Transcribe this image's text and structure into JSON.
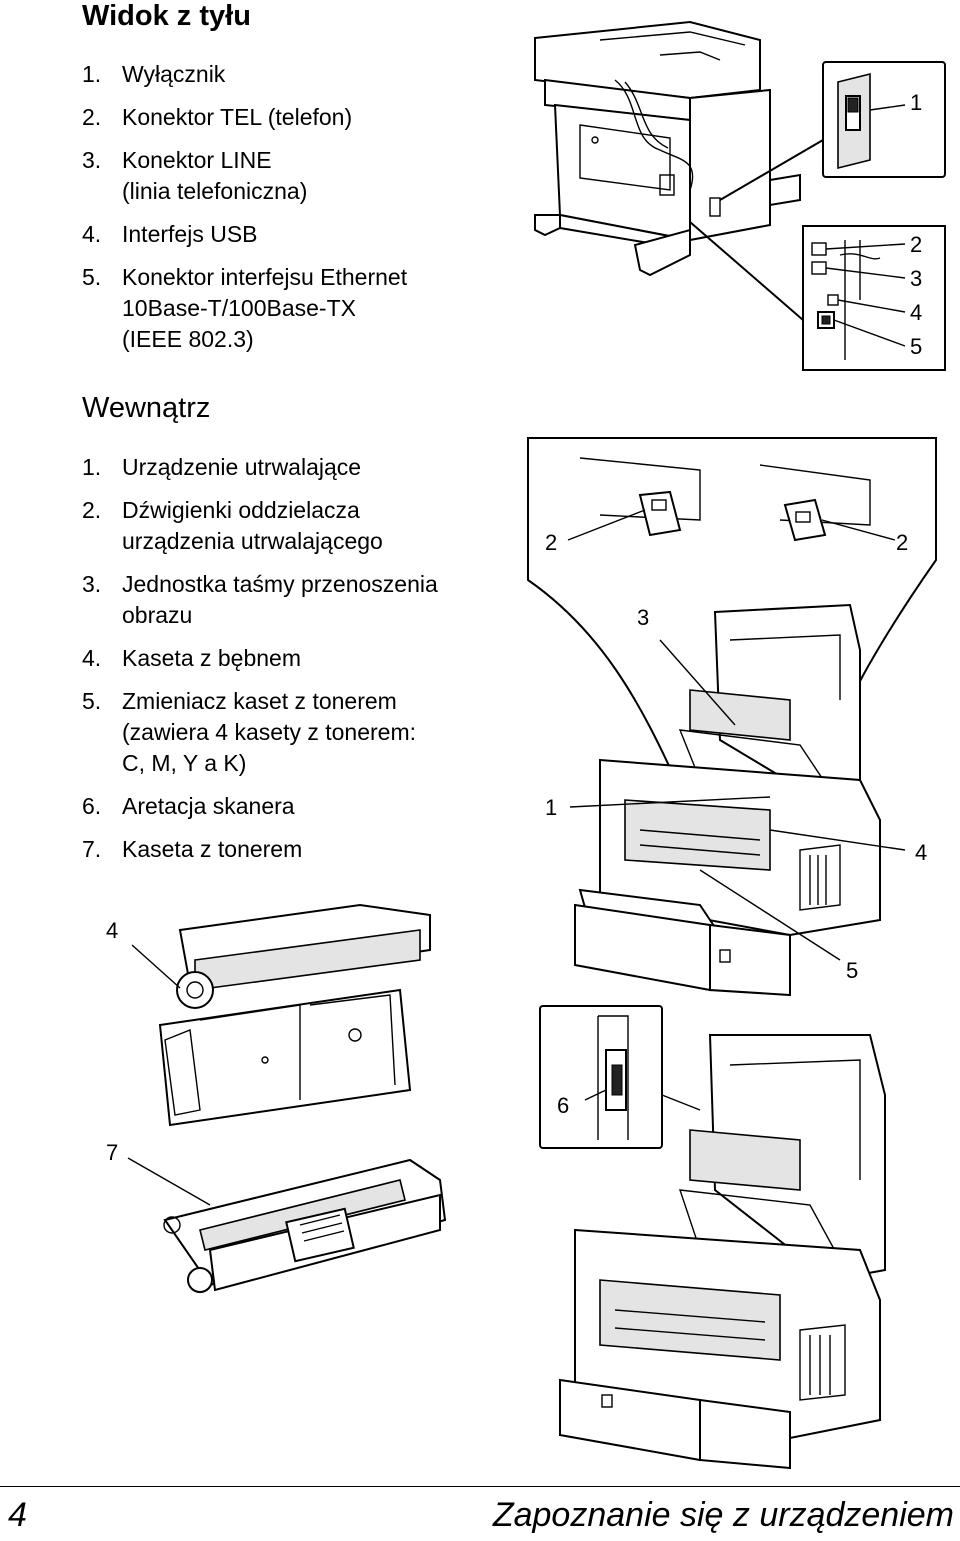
{
  "sections": {
    "rear": {
      "title": "Widok z tyłu",
      "items": [
        {
          "num": "1.",
          "text": "Wyłącznik"
        },
        {
          "num": "2.",
          "text": "Konektor TEL (telefon)"
        },
        {
          "num": "3.",
          "text": "Konektor LINE",
          "text2": "(linia telefoniczna)"
        },
        {
          "num": "4.",
          "text": "Interfejs USB"
        },
        {
          "num": "5.",
          "text": "Konektor interfejsu Ethernet",
          "text2": "10Base-T/100Base-TX",
          "text3": "(IEEE 802.3)"
        }
      ]
    },
    "inside": {
      "title": "Wewnątrz",
      "items": [
        {
          "num": "1.",
          "text": "Urządzenie utrwalające"
        },
        {
          "num": "2.",
          "text": "Dźwigienki oddzielacza",
          "text2": "urządzenia utrwalającego"
        },
        {
          "num": "3.",
          "text": "Jednostka taśmy przenoszenia",
          "text2": "obrazu"
        },
        {
          "num": "4.",
          "text": "Kaseta z bębnem"
        },
        {
          "num": "5.",
          "text": "Zmieniacz kaset z tonerem",
          "text2": "(zawiera 4 kasety z tonerem:",
          "text3": "C, M, Y a K)"
        },
        {
          "num": "6.",
          "text": "Aretacja skanera"
        },
        {
          "num": "7.",
          "text": "Kaseta z tonerem"
        }
      ]
    }
  },
  "callouts": {
    "rear": [
      "1",
      "2",
      "3",
      "4",
      "5"
    ],
    "inside": [
      "2",
      "2",
      "3",
      "1",
      "4",
      "5"
    ],
    "drum": "4",
    "toner": "7",
    "scanner_lock": "6"
  },
  "footer": {
    "page_number": "4",
    "chapter_title": "Zapoznanie się z urządzeniem"
  }
}
